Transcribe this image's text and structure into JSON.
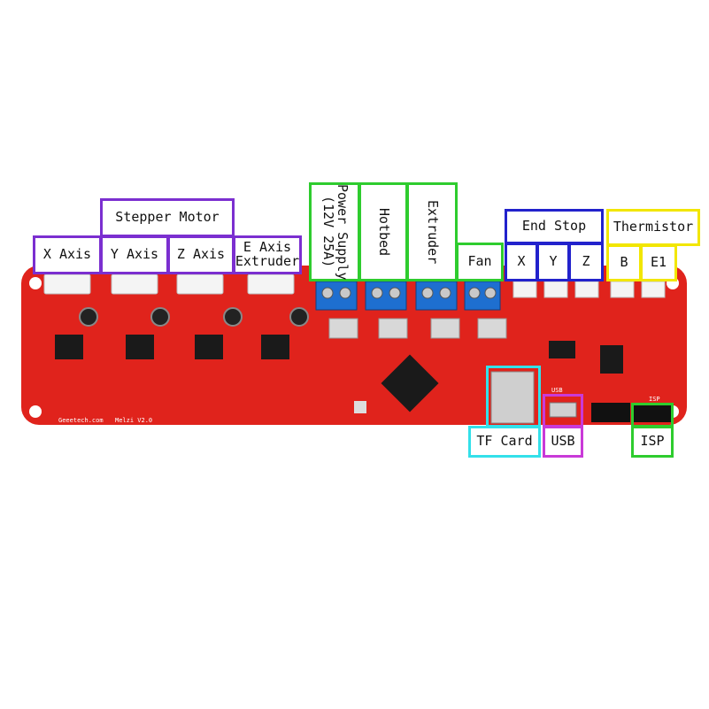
{
  "labels": {
    "stepper_motor": "Stepper Motor",
    "x_axis": "X Axis",
    "y_axis": "Y Axis",
    "z_axis": "Z Axis",
    "e_axis_line1": "E Axis",
    "e_axis_line2": "Extruder",
    "power_supply": "Power Supply\n(12V 25A)",
    "hotbed": "Hotbed",
    "extruder": "Extruder",
    "fan": "Fan",
    "end_stop": "End Stop",
    "end_stop_x": "X",
    "end_stop_y": "Y",
    "end_stop_z": "Z",
    "thermistor": "Thermistor",
    "therm_b": "B",
    "therm_e1": "E1",
    "tf_card": "TF Card",
    "usb": "USB",
    "isp": "ISP"
  },
  "pcb_silkscreen": {
    "brand": "Geeetech.com",
    "model": "Melzi V2.0",
    "usb_mark": "USB",
    "isp_mark": "ISP"
  },
  "colors": {
    "pcb_red": "#e0231c",
    "stepper_frame": "#7b2fd0",
    "power_frame": "#2ecc2e",
    "endstop_frame": "#2222cc",
    "thermistor_frame": "#f2e600",
    "tf_frame": "#33e0ea",
    "usb_frame": "#c93ad8"
  }
}
